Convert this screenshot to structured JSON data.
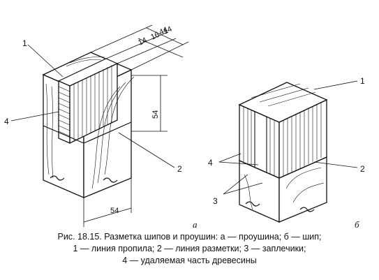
{
  "figure": {
    "dimensions": {
      "overall_width": "44",
      "cheek_left": "14",
      "slot": "16",
      "cheek_right": "14",
      "depth": "54",
      "base_width": "54"
    },
    "callouts": {
      "a_1": "1",
      "a_2": "2",
      "a_4": "4",
      "b_1": "1",
      "b_2": "2",
      "b_3": "3",
      "b_4": "4"
    },
    "subfigure_labels": {
      "a": "а",
      "b": "б"
    }
  },
  "caption": {
    "line1": "Рис. 18.15. Разметка шипов и проушин: а — проушина; б — шип;",
    "line2": "1 — линия пропила; 2 — линия разметки; 3 — заплечики;",
    "line3": "4 — удаляемая часть древесины"
  }
}
